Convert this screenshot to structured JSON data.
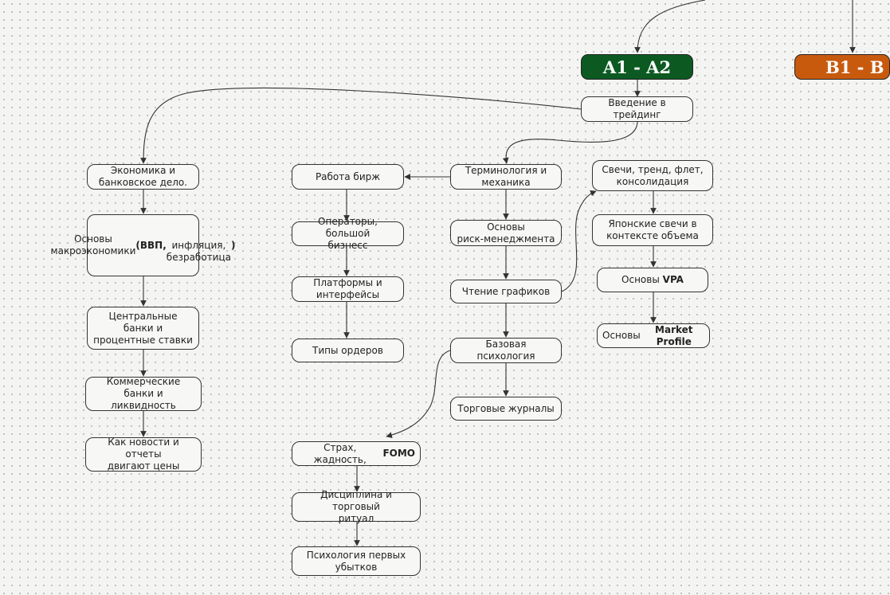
{
  "levels": {
    "a1_a2": {
      "label": "A1 - A2",
      "color": "#0c5a22"
    },
    "b1": {
      "label": "B1 - B",
      "color": "#c85a0d"
    }
  },
  "nodes": {
    "intro": "Введение в трейдинг",
    "economics": "Экономика и\nбанковское дело.",
    "macro_pre": "Основы\nмакроэкономики",
    "macro_bold": "(ВВП,",
    "macro_post": "\nинфляция,\nбезработица",
    "macro_close": ")",
    "central_banks": "Центральные банки и\nпроцентные ставки",
    "commercial_banks": "Коммерческие банки и\nликвидность",
    "news_reports": "Как новости и отчеты\nдвигают цены",
    "exchanges": "Работа бирж",
    "operators": "Операторы, большой\nбизнесс",
    "platforms": "Платформы и\nинтерфейсы",
    "order_types": "Типы ордеров",
    "terminology": "Терминология и\nмеханика",
    "risk_management": "Основы\nриск-менеджмента",
    "chart_reading": "Чтение графиков",
    "basic_psychology": "Базовая психология",
    "trading_journals": "Торговые журналы",
    "candles": "Свечи, тренд, флет,\nконсолидация",
    "japanese_candles": "Японские свечи в\nконтексте объема",
    "vpa_prefix": "Основы ",
    "vpa_bold": "VPA",
    "market_profile_prefix": "Основы ",
    "market_profile_bold": "Market Profile",
    "fear_prefix": "Страх, жадность, ",
    "fear_bold": "FOMO",
    "discipline": "Дисциплина и торговый\nритуал",
    "first_losses": "Психология первых\nубытков"
  }
}
